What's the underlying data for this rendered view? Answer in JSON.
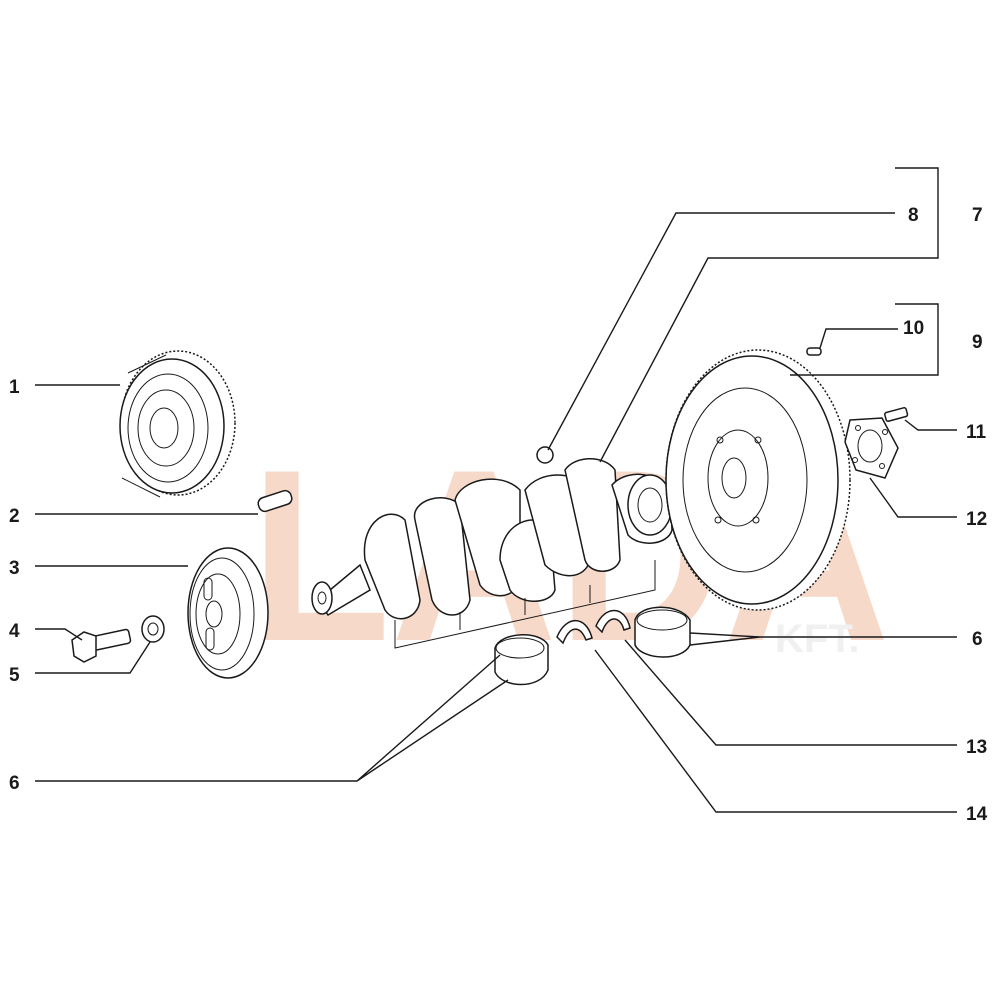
{
  "watermark": {
    "text": "LADA",
    "color": "#f6d3c1",
    "sub_text": "KFT."
  },
  "callouts": [
    {
      "id": "c1",
      "label": "1"
    },
    {
      "id": "c2",
      "label": "2"
    },
    {
      "id": "c3",
      "label": "3"
    },
    {
      "id": "c4",
      "label": "4"
    },
    {
      "id": "c5",
      "label": "5"
    },
    {
      "id": "c6a",
      "label": "6"
    },
    {
      "id": "c6b",
      "label": "6"
    },
    {
      "id": "c7",
      "label": "7"
    },
    {
      "id": "c8",
      "label": "8"
    },
    {
      "id": "c9",
      "label": "9"
    },
    {
      "id": "c10",
      "label": "10"
    },
    {
      "id": "c11",
      "label": "11"
    },
    {
      "id": "c12",
      "label": "12"
    },
    {
      "id": "c13",
      "label": "13"
    },
    {
      "id": "c14",
      "label": "14"
    }
  ]
}
